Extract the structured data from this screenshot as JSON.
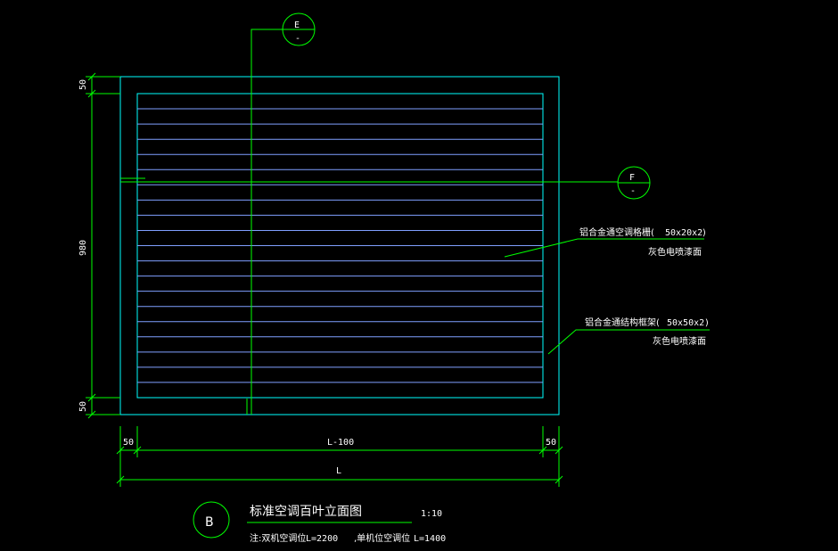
{
  "section_markers": {
    "e": {
      "letter": "E",
      "sub": "-"
    },
    "f": {
      "letter": "F",
      "sub": "-"
    }
  },
  "dimensions": {
    "left_top": "50",
    "left_middle": "980",
    "left_bottom": "50",
    "bottom_left": "50",
    "bottom_middle": "L-100",
    "bottom_right": "50",
    "bottom_overall": "L"
  },
  "annotations": {
    "blade": {
      "line1": "铝合金通空调格栅(",
      "spec": "50x20x2",
      "close": ")",
      "line2": "灰色电喷漆面"
    },
    "frame": {
      "line1": "铝合金通结构框架(",
      "spec": "50x50x2",
      "close": ")",
      "line2": "灰色电喷漆面"
    }
  },
  "title_block": {
    "symbol": "B",
    "title": "标准空调百叶立面图",
    "scale": "1:10",
    "note_prefix": "注:双机空调位",
    "note_l1": "L=2200",
    "note_mid": ",单机位空调位",
    "note_l2": "L=1400"
  },
  "louver": {
    "blade_count": 20
  },
  "colors": {
    "background": "#000000",
    "dimension": "#00ff00",
    "outline": "#00ffff",
    "blade": "#7f9fff",
    "text": "#ffffff"
  }
}
